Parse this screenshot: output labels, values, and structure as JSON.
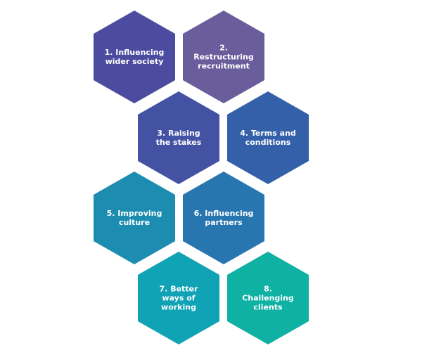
{
  "diagram": {
    "hexagons": [
      {
        "label": "1. Influencing\nwider society",
        "color": "#4b4c9f"
      },
      {
        "label": "2.\nRestructuring\nrecruitment",
        "color": "#6a5d9c"
      },
      {
        "label": "3. Raising\nthe stakes",
        "color": "#4352a3"
      },
      {
        "label": "4. Terms and\nconditions",
        "color": "#3460a9"
      },
      {
        "label": "5. Improving\nculture",
        "color": "#1c8db1"
      },
      {
        "label": "6. Influencing\npartners",
        "color": "#2876af"
      },
      {
        "label": "7. Better\nways of\nworking",
        "color": "#10a2b5"
      },
      {
        "label": "8.\nChallenging\nclients",
        "color": "#0fb1a3"
      }
    ]
  }
}
